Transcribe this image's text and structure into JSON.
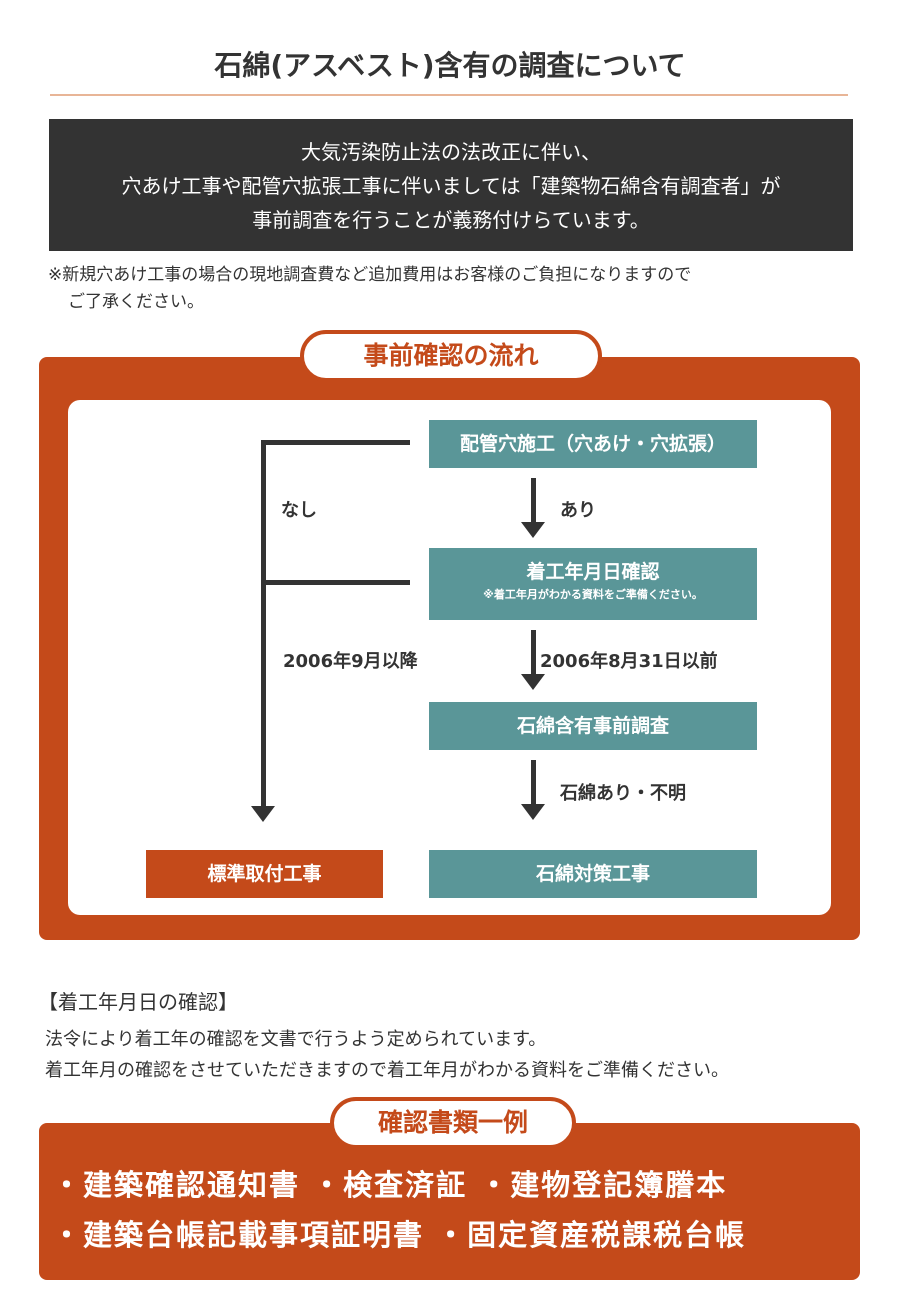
{
  "title": "石綿(アスベスト)含有の調査について",
  "notice": {
    "lines": [
      "大気汚染防止法の法改正に伴い、",
      "穴あけ工事や配管穴拡張工事に伴いましては「建築物石綿含有調査者」が",
      "事前調査を行うことが義務付けらています。"
    ]
  },
  "note": {
    "lines": [
      "※新規穴あけ工事の場合の現地調査費など追加費用はお客様のご負担になりますので",
      "ご了承ください。"
    ]
  },
  "flow": {
    "heading": "事前確認の流れ",
    "box1": "配管穴施工（穴あけ・穴拡張）",
    "label_none": "なし",
    "label_yes": "あり",
    "box2": "着工年月日確認",
    "box2_note": "※着工年月がわかる資料をご準備ください。",
    "label_after": "2006年9月以降",
    "label_before": "2006年8月31日以前",
    "box3": "石綿含有事前調査",
    "label_asbestos": "石綿あり・不明",
    "box_standard": "標準取付工事",
    "box_asbestos": "石綿対策工事",
    "colors": {
      "orange": "#c44a1a",
      "teal": "#5a9698",
      "dark": "#333333"
    }
  },
  "date_check": {
    "heading": "【着工年月日の確認】",
    "lines": [
      "法令により着工年の確認を文書で行うよう定められています。",
      "着工年月の確認をさせていただきますので着工年月がわかる資料をご準備ください。"
    ]
  },
  "documents": {
    "heading": "確認書類一例",
    "lines": [
      "・建築確認通知書 ・検査済証 ・建物登記簿謄本",
      "・建築台帳記載事項証明書 ・固定資産税課税台帳"
    ]
  }
}
